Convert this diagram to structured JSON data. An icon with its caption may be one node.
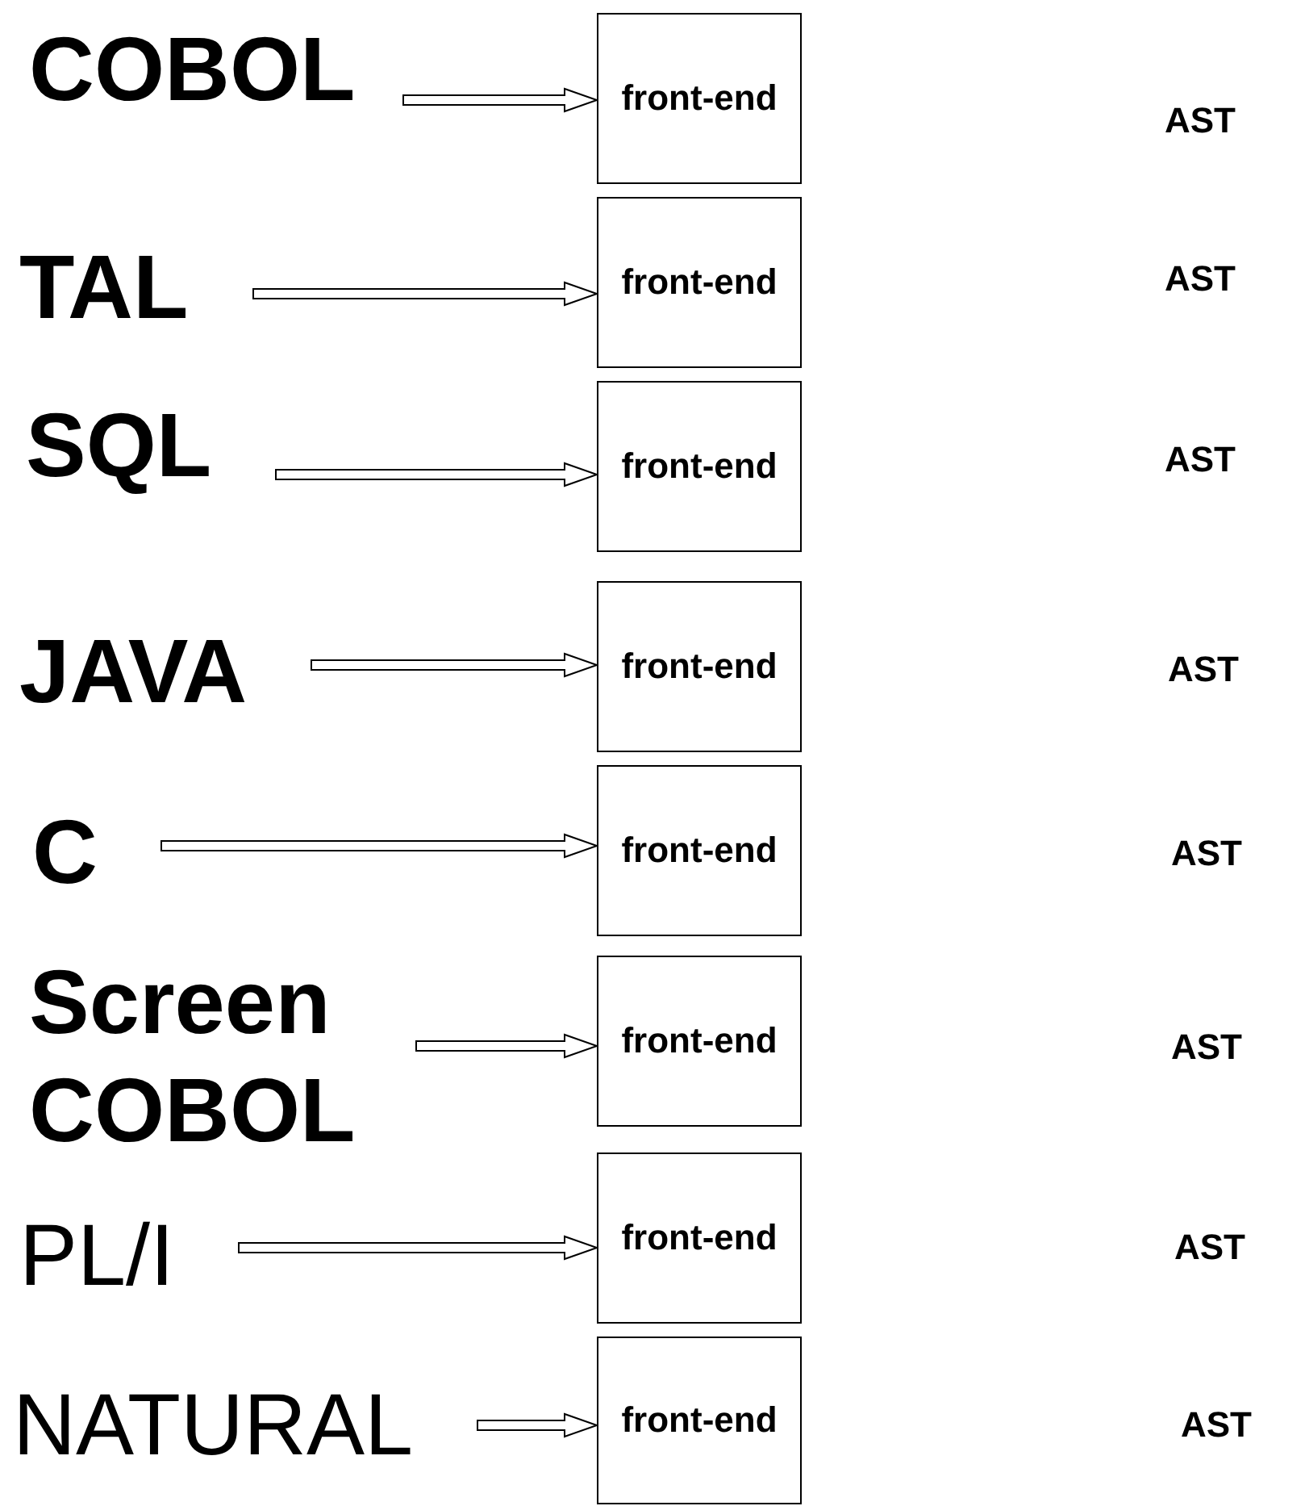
{
  "diagram": {
    "nodes": [
      {
        "text": [
          "COBOL"
        ]
      },
      {
        "text": [
          "front-end"
        ]
      },
      {
        "text": [
          "TAL"
        ]
      },
      {
        "text": [
          "front-end"
        ]
      },
      {
        "text": [
          "SQL"
        ]
      },
      {
        "text": [
          "front-end"
        ]
      },
      {
        "text": [
          "JAVA"
        ]
      },
      {
        "text": [
          "front-end"
        ]
      },
      {
        "text": [
          "C"
        ]
      },
      {
        "text": [
          "front-end"
        ]
      },
      {
        "text": [
          "Screen COBOL"
        ]
      },
      {
        "text": [
          "front-end"
        ]
      },
      {
        "text": [
          "PL/I"
        ]
      },
      {
        "text": [
          "front-end"
        ]
      },
      {
        "text": [
          "NATURAL"
        ]
      },
      {
        "text": [
          "front-end"
        ]
      }
    ],
    "edges": [
      {
        "from": 0,
        "to": 1,
        "arrow": "to"
      },
      {
        "from": 2,
        "to": 3,
        "arrow": "to"
      },
      {
        "from": 4,
        "to": 5,
        "arrow": "to"
      },
      {
        "from": 6,
        "to": 7,
        "arrow": "to"
      },
      {
        "from": 8,
        "to": 9,
        "arrow": "to"
      },
      {
        "from": 10,
        "to": 11,
        "arrow": "to"
      },
      {
        "from": 12,
        "to": 13,
        "arrow": "to"
      },
      {
        "from": 14,
        "to": 15,
        "arrow": "to"
      }
    ],
    "labels": [
      "AST",
      "AST",
      "AST",
      "AST",
      "AST",
      "AST",
      "AST",
      "AST"
    ]
  }
}
